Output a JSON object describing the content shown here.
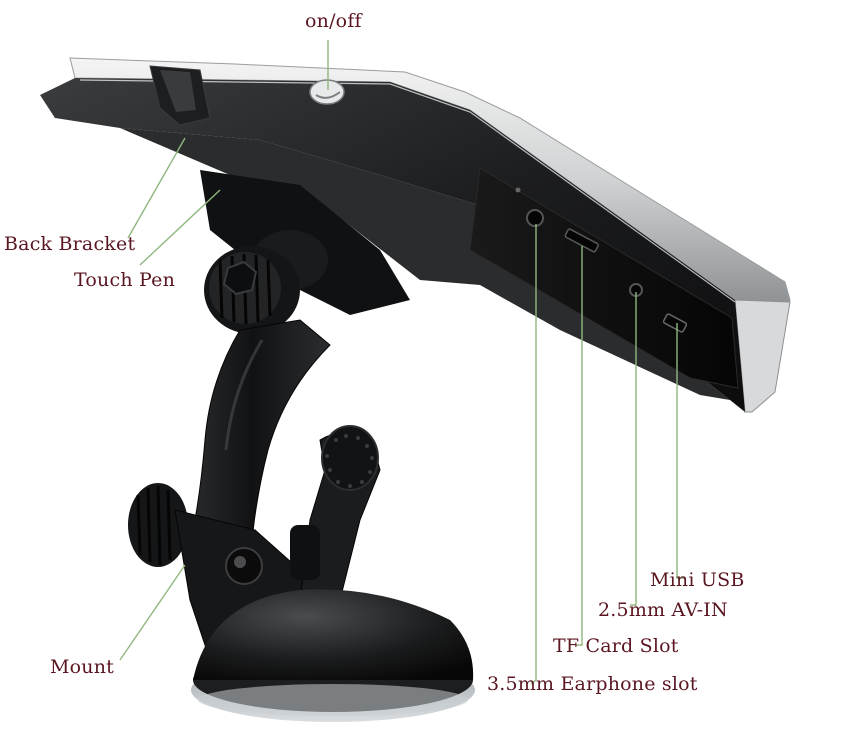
{
  "colors": {
    "label_text": "#5a1621",
    "leader_line": "#8fb77f",
    "background": "#ffffff"
  },
  "callouts": {
    "on_off": "on/off",
    "back_bracket": "Back Bracket",
    "touch_pen": "Touch Pen",
    "mount": "Mount",
    "mini_usb": "Mini USB",
    "av_in": "2.5mm AV-IN",
    "tf_card_slot": "TF Card Slot",
    "earphone_slot": "3.5mm Earphone slot"
  }
}
